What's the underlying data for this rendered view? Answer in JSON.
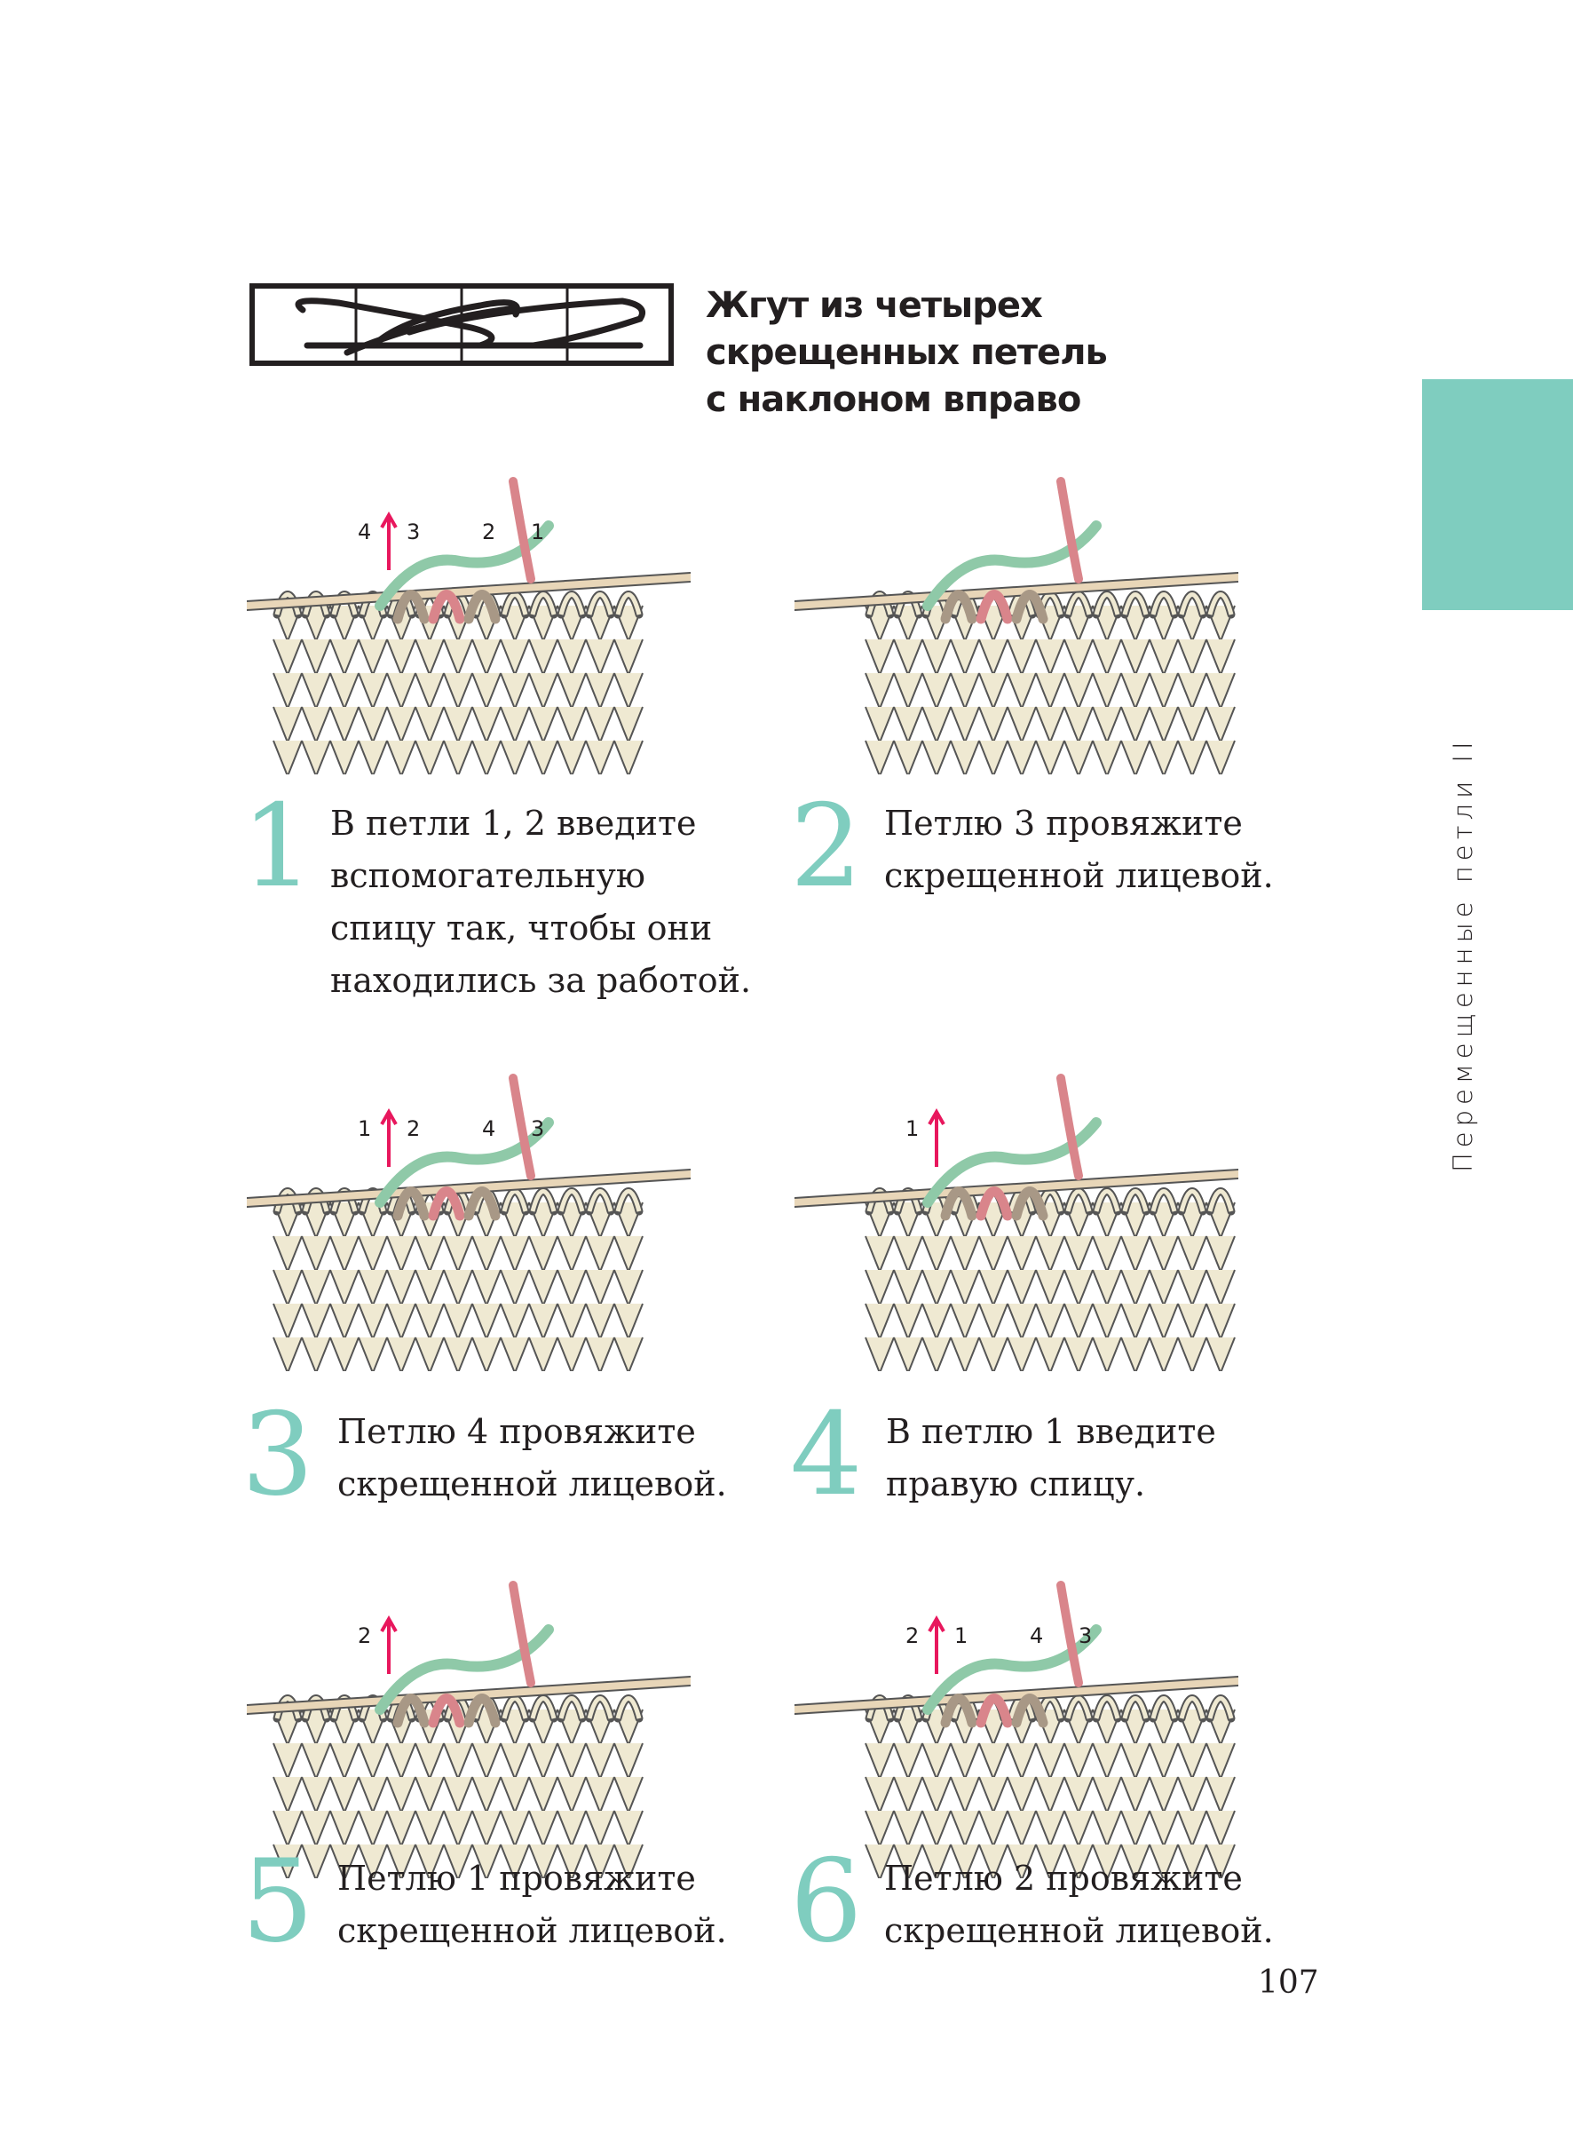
{
  "title_lines": [
    "Жгут из четырех",
    "скрещенных петель",
    "с наклоном вправо"
  ],
  "section_label": "Перемещенные петли II",
  "page_number": "107",
  "colors": {
    "accent": "#7fcdbf",
    "loop_brown": "#a89886",
    "loop_pink": "#d9858b",
    "aux_needle": "#8fc9a8",
    "stitch_cream": "#efe9d2",
    "arrow": "#e8175d"
  },
  "steps": [
    {
      "number": "1",
      "lines": [
        "В петли 1, 2 введите",
        "вспомогательную",
        "спицу так, чтобы они",
        "находились за работой."
      ],
      "labels": [
        "4",
        "3",
        "2",
        "1"
      ]
    },
    {
      "number": "2",
      "lines": [
        "Петлю 3 провяжите",
        "скрещенной лицевой."
      ],
      "labels": []
    },
    {
      "number": "3",
      "lines": [
        "Петлю 4 провяжите",
        "скрещенной лицевой."
      ],
      "labels": [
        "1",
        "2",
        "4",
        "3"
      ]
    },
    {
      "number": "4",
      "lines": [
        "В петлю 1 введите",
        "правую спицу."
      ],
      "labels": [
        "1"
      ]
    },
    {
      "number": "5",
      "lines": [
        "Петлю 1 провяжите",
        "скрещенной лицевой."
      ],
      "labels": [
        "2"
      ]
    },
    {
      "number": "6",
      "lines": [
        "Петлю 2 провяжите",
        "скрещенной лицевой."
      ],
      "labels": [
        "2",
        "1",
        "4",
        "3"
      ]
    }
  ]
}
